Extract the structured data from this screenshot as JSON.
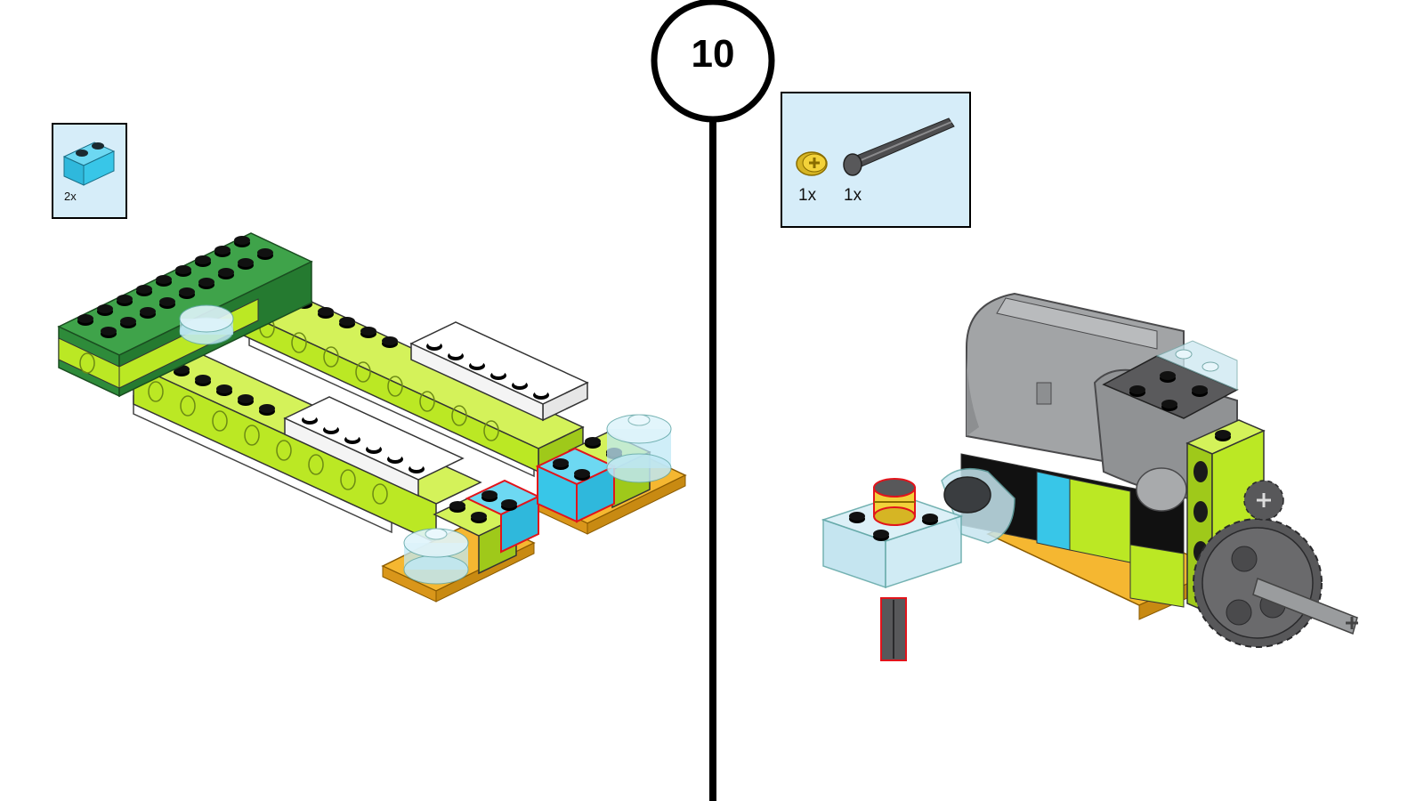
{
  "step": {
    "number": "10"
  },
  "parts_left": {
    "items": [
      {
        "part": "1x2-brick",
        "color": "#38C6E8",
        "quantity": "2x"
      }
    ]
  },
  "parts_right": {
    "items": [
      {
        "part": "bushing",
        "color": "#F3D23A",
        "quantity": "1x"
      },
      {
        "part": "axle",
        "color": "#58585A",
        "quantity": "1x"
      }
    ]
  },
  "colors": {
    "panel_bg": "#D6EDF9",
    "lime": "#BBE824",
    "dark_green": "#2E8B3A",
    "azure": "#38C6E8",
    "orange": "#F5B731",
    "motor_grey": "#A2A4A6",
    "dark_grey": "#5A5A5C",
    "highlight": "#E2141B"
  }
}
